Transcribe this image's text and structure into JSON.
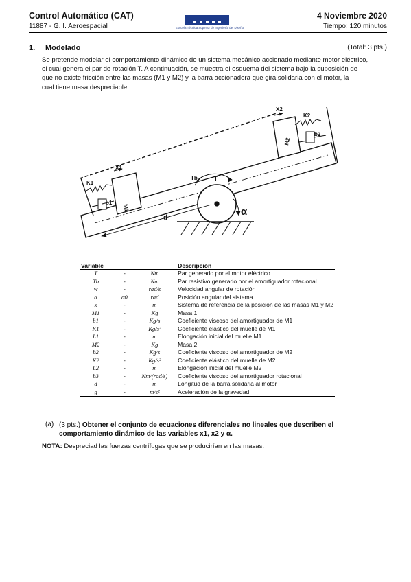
{
  "header": {
    "title": "Control Automático (CAT)",
    "course": "11887 - G. I. Aeroespacial",
    "date": "4 Noviembre 2020",
    "time": "Tiempo: 120 minutos",
    "logo_text": "Escuela Técnica Superior de Ingeniería del Diseño"
  },
  "question": {
    "number": "1.",
    "title": "Modelado",
    "points": "(Total: 3 pts.)",
    "intro_line1": "Se pretende modelar el comportamiento dinámico de un sistema mecánico accionado mediante motor eléctrico,",
    "intro_line2": "el cual genera el par de rotación T. A continuación, se muestra el esquema del sistema bajo la suposición de",
    "intro_line3": "que no existe fricción entre las masas (M1 y M2) y la barra accionadora que gira solidaria con el motor, la",
    "intro_line4": "cual tiene masa despreciable:"
  },
  "diagram_labels": {
    "x1": "X1",
    "x2": "X2",
    "k1": "K1",
    "k2": "K2",
    "b1": "b1",
    "b2": "b2",
    "m1": "M1",
    "m2": "M2",
    "tb": "Tb",
    "t": "T",
    "d": "d",
    "alpha": "α"
  },
  "table": {
    "headers": {
      "variable": "Variable",
      "descripcion": "Descripción"
    },
    "rows": [
      {
        "sym": "T",
        "eq": "-",
        "unit": "Nm",
        "desc": "Par generado por el motor eléctrico"
      },
      {
        "sym": "Tb",
        "eq": "-",
        "unit": "Nm",
        "desc": "Par resistivo generado por el amortiguador rotacional"
      },
      {
        "sym": "w",
        "eq": "-",
        "unit": "rad/s",
        "desc": "Velocidad angular de rotación"
      },
      {
        "sym": "α",
        "eq": "α0",
        "unit": "rad",
        "desc": "Posición angular del sistema"
      },
      {
        "sym": "x",
        "eq": "-",
        "unit": "m",
        "desc": "Sistema de referencia de la posición de las masas M1 y M2"
      },
      {
        "sym": "M1",
        "eq": "-",
        "unit": "Kg",
        "desc": "Masa 1"
      },
      {
        "sym": "b1",
        "eq": "-",
        "unit": "Kg/s",
        "desc": "Coeficiente viscoso del amortiguador de M1"
      },
      {
        "sym": "K1",
        "eq": "-",
        "unit": "Kg/s²",
        "desc": "Coeficiente elástico del muelle de M1"
      },
      {
        "sym": "L1",
        "eq": "-",
        "unit": "m",
        "desc": "Elongación inicial del muelle M1"
      },
      {
        "sym": "M2",
        "eq": "-",
        "unit": "Kg",
        "desc": "Masa 2"
      },
      {
        "sym": "b2",
        "eq": "-",
        "unit": "Kg/s",
        "desc": "Coeficiente viscoso del amortiguador de M2"
      },
      {
        "sym": "K2",
        "eq": "-",
        "unit": "Kg/s²",
        "desc": "Coeficiente elástico del muelle de M2"
      },
      {
        "sym": "L2",
        "eq": "-",
        "unit": "m",
        "desc": "Elongación inicial del muelle M2"
      },
      {
        "sym": "b3",
        "eq": "-",
        "unit": "Nm/(rad/s)",
        "desc": "Coeficiente viscoso del amortiguador rotacional"
      },
      {
        "sym": "d",
        "eq": "-",
        "unit": "m",
        "desc": "Longitud de la barra solidaria al motor"
      },
      {
        "sym": "g",
        "eq": "-",
        "unit": "m/s²",
        "desc": "Aceleración de la gravedad"
      }
    ]
  },
  "task": {
    "tag": "(a)",
    "points": "(3 pts.)",
    "text": "Obtener el conjunto de ecuaciones diferenciales no lineales que describen el comportamiento dinámico de las variables x1, x2 y α."
  },
  "note": {
    "label": "NOTA:",
    "text": "Despreciad las fuerzas centrífugas que se producirían en las masas."
  }
}
